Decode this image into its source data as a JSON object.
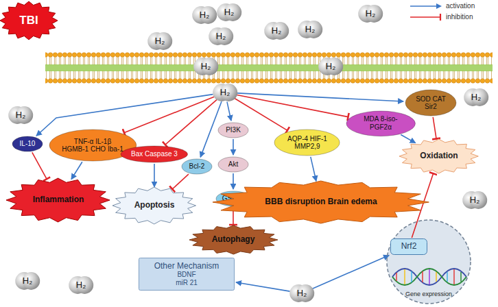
{
  "diagram": {
    "nodes": [
      {
        "text": [
          "TBI"
        ]
      },
      {
        "text": [
          "H₂"
        ]
      },
      {
        "text": [
          "H₂"
        ]
      },
      {
        "text": [
          "H₂"
        ]
      },
      {
        "text": [
          "H₂"
        ]
      },
      {
        "text": [
          "H₂"
        ]
      },
      {
        "text": [
          "H₂"
        ]
      },
      {
        "text": [
          "H₂"
        ]
      },
      {
        "text": [
          "H₂"
        ]
      },
      {
        "text": [
          "H₂"
        ]
      },
      {
        "text": [
          "H₂"
        ]
      },
      {
        "text": [
          "H₂"
        ]
      },
      {
        "text": [
          "H₂"
        ]
      },
      {
        "text": [
          "IL-10"
        ]
      },
      {
        "text": [
          "TNF-α IL-1β HGMB-1 CHO Iba-1"
        ]
      },
      {
        "text": [
          "Bax Caspase 3"
        ]
      },
      {
        "text": [
          "Bcl-2"
        ]
      },
      {
        "text": [
          "PI3K"
        ]
      },
      {
        "text": [
          "AQP-4 HIF-1 MMP2,9"
        ]
      },
      {
        "text": [
          "MDA 8-iso-PGF2α"
        ]
      },
      {
        "text": [
          "SOD CAT Sir2"
        ]
      },
      {
        "text": [
          "Akt"
        ]
      },
      {
        "text": [
          "Oxidation"
        ]
      },
      {
        "text": [
          "Inflammation"
        ]
      },
      {
        "text": [
          "Apoptosis"
        ]
      },
      {
        "text": [
          "GSK3β"
        ]
      },
      {
        "text": [
          "BBB disruption Brain edema"
        ]
      },
      {
        "text": [
          "H₂"
        ]
      },
      {
        "text": [
          "Autophagy"
        ]
      },
      {
        "text": [
          "Gene expression"
        ]
      },
      {
        "text": [
          "Nrf2"
        ],
        "in": 29
      },
      {
        "text": [
          "Other Mechanism",
          "BDNF",
          "miR 21"
        ]
      },
      {
        "text": [
          "H₂"
        ]
      },
      {
        "text": [
          "H₂"
        ]
      },
      {
        "text": [
          "H₂"
        ]
      }
    ],
    "edges": [
      {
        "from": 10,
        "to": 13,
        "arrow": "to"
      },
      {
        "from": 10,
        "to": 14,
        "arrow": "to"
      },
      {
        "from": 10,
        "to": 15,
        "arrow": "to"
      },
      {
        "from": 10,
        "to": 16,
        "arrow": "to"
      },
      {
        "from": 10,
        "to": 17,
        "arrow": "to"
      },
      {
        "from": 10,
        "to": 18,
        "arrow": "to"
      },
      {
        "from": 10,
        "to": 19,
        "arrow": "to"
      },
      {
        "from": 10,
        "to": 20,
        "arrow": "to"
      },
      {
        "from": 13,
        "to": 23,
        "arrow": "to"
      },
      {
        "from": 14,
        "to": 23,
        "arrow": "to"
      },
      {
        "from": 15,
        "to": 24,
        "arrow": "to"
      },
      {
        "from": 16,
        "to": 24,
        "arrow": "to"
      },
      {
        "from": 17,
        "to": 21,
        "arrow": "to"
      },
      {
        "from": 21,
        "to": 25,
        "arrow": "to"
      },
      {
        "from": 25,
        "to": 28,
        "arrow": "to"
      },
      {
        "from": 18,
        "to": 26,
        "arrow": "to"
      },
      {
        "from": 19,
        "to": 22,
        "arrow": "to"
      },
      {
        "from": 20,
        "to": 22,
        "arrow": "to"
      },
      {
        "from": 30,
        "to": 22,
        "arrow": "to"
      },
      {
        "from": 34,
        "to": 30,
        "arrow": "to"
      },
      {
        "from": 34,
        "to": 31,
        "arrow": "to"
      }
    ],
    "legend": [
      {
        "text": "activation"
      },
      {
        "text": "inhibition"
      }
    ]
  }
}
